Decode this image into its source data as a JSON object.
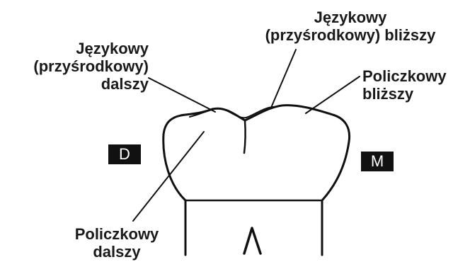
{
  "labels": {
    "lingual_mesial": [
      "Językowy",
      "(przyśrodkowy) bliższy"
    ],
    "lingual_distal": [
      "Językowy",
      "(przyśrodkowy)",
      "dalszy"
    ],
    "buccal_mesial": [
      "Policzkowy",
      "bliższy"
    ],
    "buccal_distal": [
      "Policzkowy",
      "dalszy"
    ]
  },
  "markers": {
    "distal": "D",
    "mesial": "M"
  },
  "colors": {
    "ink": "#111111",
    "background": "#ffffff",
    "badge_text": "#ffffff"
  }
}
